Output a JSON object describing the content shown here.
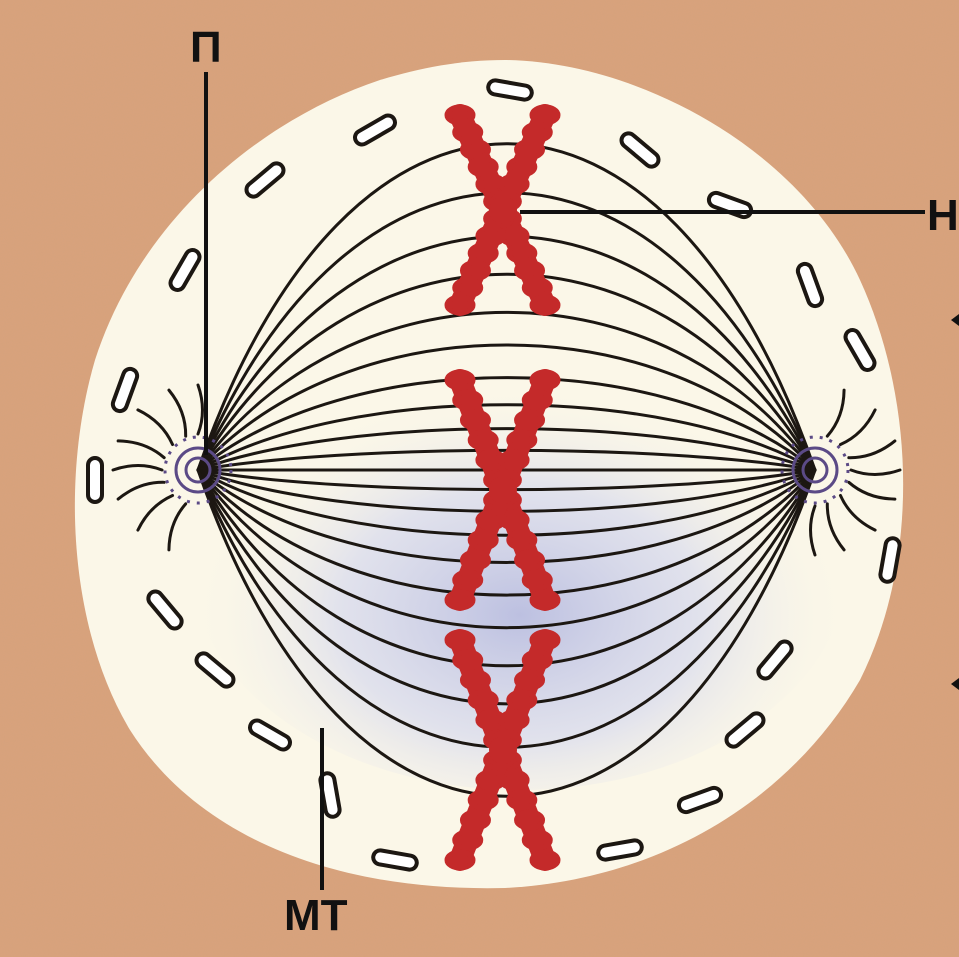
{
  "labels": {
    "top_left": "П",
    "right": "Н",
    "bottom": "МТ"
  },
  "colors": {
    "background": "#d9a27c",
    "cell": "#fbf7e8",
    "spindle_shade": "#c9cde8",
    "chromosome": "#c42a2a",
    "fiber": "#1c1712",
    "centrosome": "#5b4a86"
  }
}
